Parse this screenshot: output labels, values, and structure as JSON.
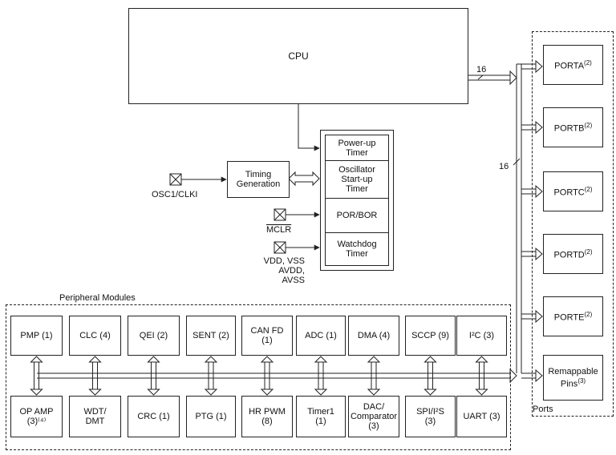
{
  "cpu": {
    "label": "CPU"
  },
  "bus_width": {
    "cpu_to_ports": "16",
    "port_bus": "16"
  },
  "system": {
    "timing_generation": "Timing\nGeneration",
    "osc_pin": "OSC1/CLKI",
    "mclr_pin": "MCLR",
    "power_pins": "VDD, VSS\nAVDD, AVSS",
    "blocks": [
      "Power-up\nTimer",
      "Oscillator\nStart-up\nTimer",
      "POR/BOR",
      "Watchdog\nTimer"
    ]
  },
  "ports": {
    "title": "Ports",
    "items": [
      {
        "name": "PORTA",
        "note": "(2)"
      },
      {
        "name": "PORTB",
        "note": "(2)"
      },
      {
        "name": "PORTC",
        "note": "(2)"
      },
      {
        "name": "PORTD",
        "note": "(2)"
      },
      {
        "name": "PORTE",
        "note": "(2)"
      },
      {
        "name": "Remappable\nPins",
        "note": "(3)"
      }
    ]
  },
  "peripherals": {
    "title": "Peripheral Modules",
    "top": [
      {
        "label": "PMP (1)"
      },
      {
        "label": "CLC (4)"
      },
      {
        "label": "QEI (2)"
      },
      {
        "label": "SENT (2)"
      },
      {
        "label": "CAN FD\n(1)"
      },
      {
        "label": "ADC (1)"
      },
      {
        "label": "DMA (4)"
      },
      {
        "label": "SCCP (9)"
      },
      {
        "label": "I²C (3)"
      }
    ],
    "bottom": [
      {
        "label": "OP AMP\n(3)⁽⁴⁾"
      },
      {
        "label": "WDT/\nDMT"
      },
      {
        "label": "CRC (1)"
      },
      {
        "label": "PTG (1)"
      },
      {
        "label": "HR PWM\n(8)"
      },
      {
        "label": "Timer1\n(1)"
      },
      {
        "label": "DAC/\nComparator\n(3)"
      },
      {
        "label": "SPI/I²S\n(3)"
      },
      {
        "label": "UART (3)"
      }
    ]
  }
}
